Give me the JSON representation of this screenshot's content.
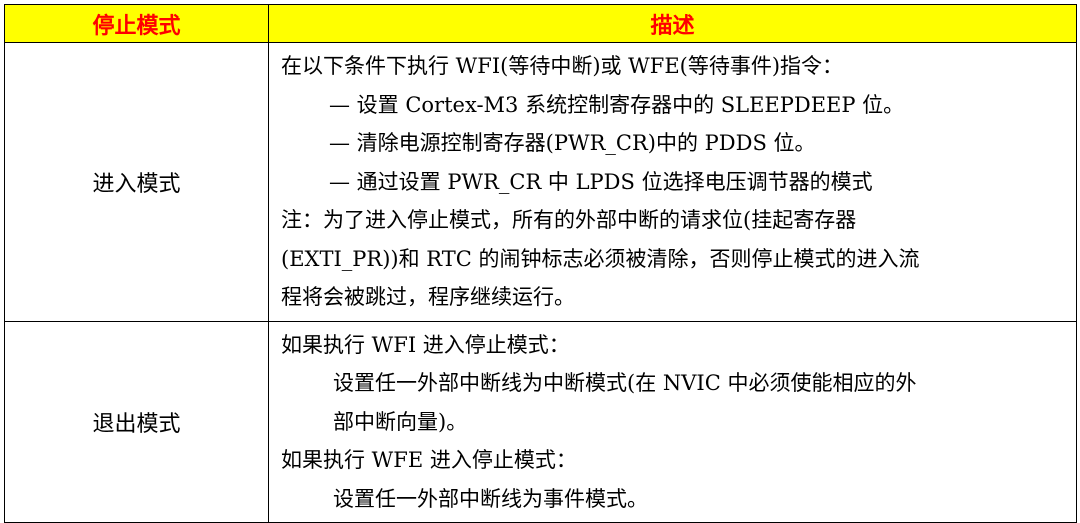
{
  "table": {
    "headers": {
      "mode": "停止模式",
      "description": "描述"
    },
    "rows": [
      {
        "mode": "进入模式",
        "lines": [
          {
            "text": "在以下条件下执行 WFI(等待中断)或 WFE(等待事件)指令：",
            "indent": "none"
          },
          {
            "text": "— 设置 Cortex-M3 系统控制寄存器中的 SLEEPDEEP 位。",
            "indent": "dash"
          },
          {
            "text": "— 清除电源控制寄存器(PWR_CR)中的 PDDS 位。",
            "indent": "dash"
          },
          {
            "text": "— 通过设置 PWR_CR 中 LPDS 位选择电压调节器的模式",
            "indent": "dash"
          },
          {
            "text": "注：为了进入停止模式，所有的外部中断的请求位(挂起寄存器",
            "indent": "none"
          },
          {
            "text": "(EXTI_PR))和 RTC 的闹钟标志必须被清除，否则停止模式的进入流",
            "indent": "none"
          },
          {
            "text": "程将会被跳过，程序继续运行。",
            "indent": "none"
          }
        ]
      },
      {
        "mode": "退出模式",
        "lines": [
          {
            "text": "如果执行 WFI 进入停止模式：",
            "indent": "none"
          },
          {
            "text": "设置任一外部中断线为中断模式(在 NVIC 中必须使能相应的外",
            "indent": "plain"
          },
          {
            "text": "部中断向量)。",
            "indent": "plain"
          },
          {
            "text": "如果执行 WFE 进入停止模式：",
            "indent": "none"
          },
          {
            "text": "设置任一外部中断线为事件模式。",
            "indent": "plain"
          }
        ]
      }
    ]
  },
  "colors": {
    "header_background": "#ffff00",
    "header_text": "#ff0000",
    "border": "#000000"
  }
}
